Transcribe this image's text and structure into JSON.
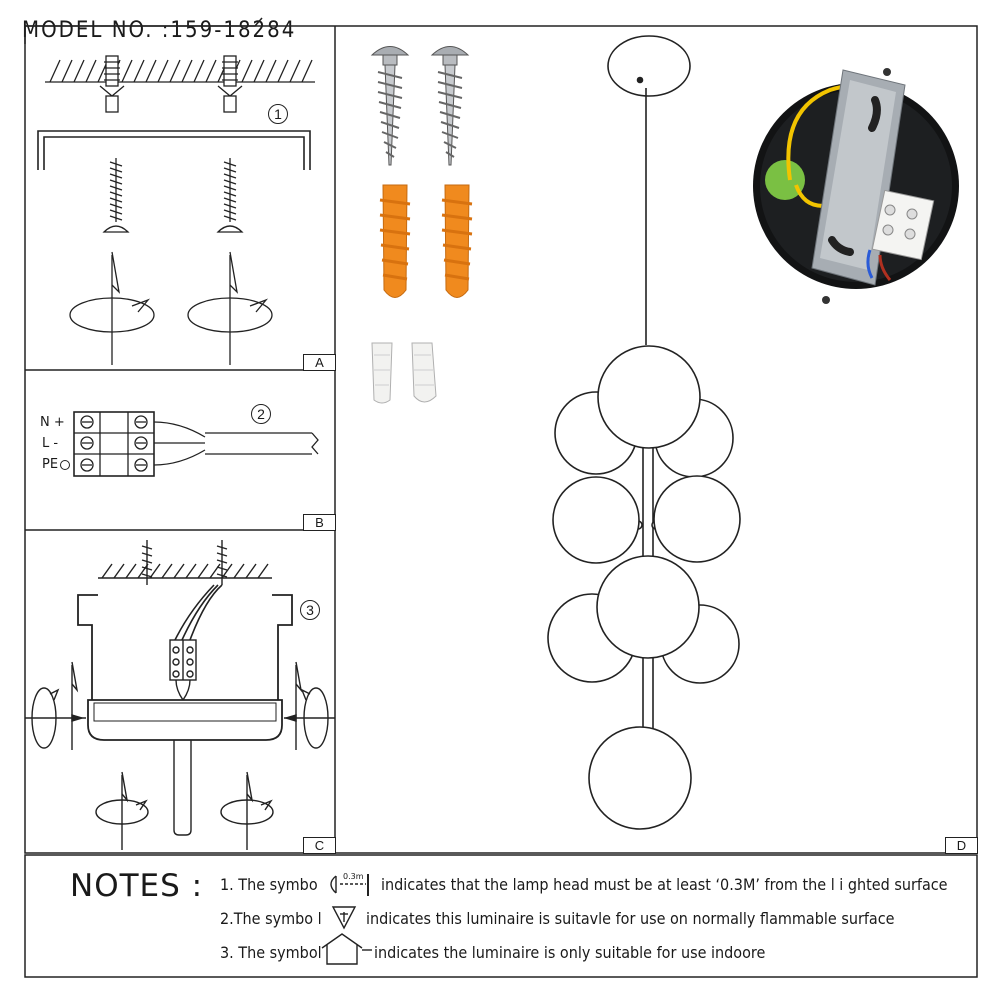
{
  "model_number": "MODEL NO. :159-18284",
  "panels": {
    "a": {
      "tag": "A",
      "step": "1"
    },
    "b": {
      "tag": "B",
      "step": "2",
      "terminals": [
        "N +",
        "L -",
        "PE"
      ]
    },
    "c": {
      "tag": "C",
      "step": "3"
    },
    "d": {
      "tag": "D"
    }
  },
  "symbol_distance": "0.3m",
  "notes": {
    "title": "NOTES :",
    "line1_prefix": "1. The symbo",
    "line1_suffix": "indicates that the lamp head must be at least ‘0.3M’ from the l i ghted surface",
    "line2_prefix": "2.The symbo l",
    "line2_suffix": "indicates this luminaire is suitavle for use on normally flammable surface",
    "line3_prefix": "3. The symbol",
    "line3_suffix": "indicates the luminaire is only suitable for use indoore"
  },
  "colors": {
    "line": "#222222",
    "plug": "#f08a1e",
    "screw": "#b9bcc0",
    "wire_yellow": "#f2c400"
  }
}
